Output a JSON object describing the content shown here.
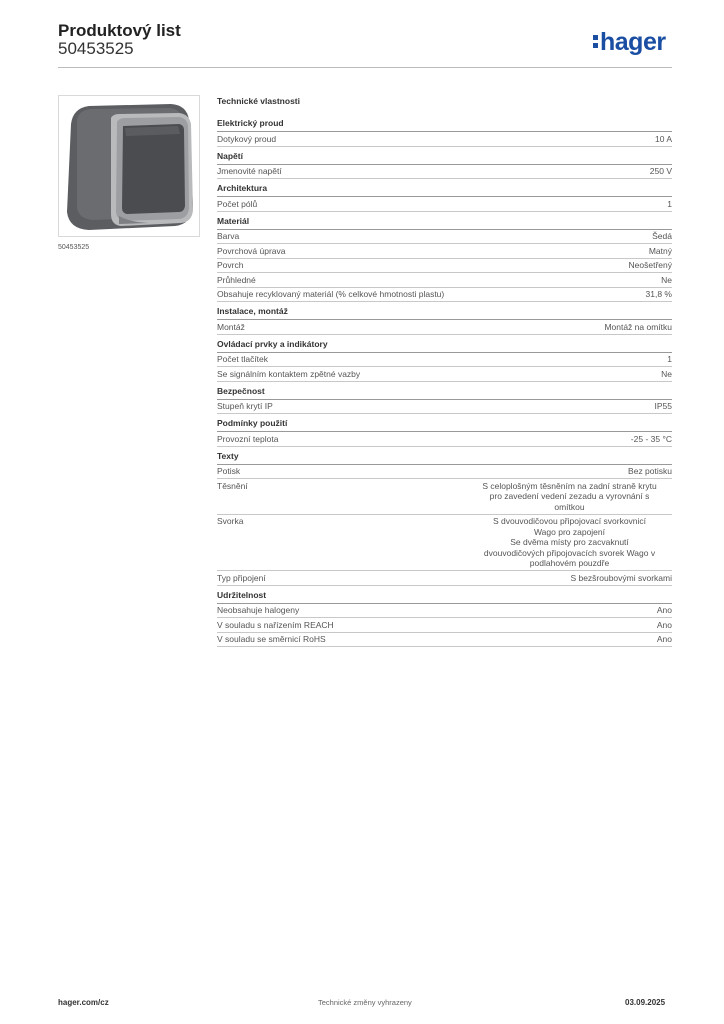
{
  "header": {
    "title": "Produktový list",
    "code": "50453525",
    "logo_text": "hager",
    "logo_color": "#1a4ea3"
  },
  "product": {
    "image_icon": "switch-product-icon",
    "caption": "50453525"
  },
  "specs": {
    "title": "Technické vlastnosti",
    "sections": [
      {
        "title": "Elektrický proud",
        "rows": [
          {
            "label": "Dotykový proud",
            "value": "10 A"
          }
        ]
      },
      {
        "title": "Napětí",
        "rows": [
          {
            "label": "Jmenovité napětí",
            "value": "250 V"
          }
        ]
      },
      {
        "title": "Architektura",
        "rows": [
          {
            "label": "Počet pólů",
            "value": "1"
          }
        ]
      },
      {
        "title": "Materiál",
        "rows": [
          {
            "label": "Barva",
            "value": "Šedá"
          },
          {
            "label": "Povrchová úprava",
            "value": "Matný"
          },
          {
            "label": "Povrch",
            "value": "Neošetřený"
          },
          {
            "label": "Průhledné",
            "value": "Ne"
          },
          {
            "label": "Obsahuje recyklovaný materiál (% celkové hmotnosti plastu)",
            "value": "31,8 %"
          }
        ]
      },
      {
        "title": "Instalace, montáž",
        "rows": [
          {
            "label": "Montáž",
            "value": "Montáž na omítku"
          }
        ]
      },
      {
        "title": "Ovládací prvky a indikátory",
        "rows": [
          {
            "label": "Počet tlačítek",
            "value": "1"
          },
          {
            "label": "Se signálním kontaktem zpětné vazby",
            "value": "Ne"
          }
        ]
      },
      {
        "title": "Bezpečnost",
        "rows": [
          {
            "label": "Stupeň krytí IP",
            "value": "IP55"
          }
        ]
      },
      {
        "title": "Podmínky použití",
        "rows": [
          {
            "label": "Provozní teplota",
            "value": "-25 - 35 °C"
          }
        ]
      },
      {
        "title": "Texty",
        "rows": [
          {
            "label": "Potisk",
            "value": "Bez potisku"
          },
          {
            "label": "Těsnění",
            "value": "S celoplošným těsněním na zadní straně krytu\npro zavedení vedení zezadu a vyrovnání s\nomítkou",
            "multi": "center"
          },
          {
            "label": "Svorka",
            "value": "S dvouvodičovou připojovací svorkovnicí\nWago pro zapojení\nSe dvěma místy pro zacvaknutí\ndvouvodičových připojovacích svorek Wago v\npodlahovém pouzdře",
            "multi": "center"
          },
          {
            "label": "Typ připojení",
            "value": "S bezšroubovými svorkami"
          }
        ]
      },
      {
        "title": "Udržitelnost",
        "rows": [
          {
            "label": "Neobsahuje halogeny",
            "value": "Ano"
          },
          {
            "label": "V souladu s nařízením REACH",
            "value": "Ano"
          },
          {
            "label": "V souladu se směrnicí RoHS",
            "value": "Ano"
          }
        ]
      }
    ]
  },
  "footer": {
    "website": "hager.com/cz",
    "notice": "Technické změny vyhrazeny",
    "date": "03.09.2025"
  }
}
